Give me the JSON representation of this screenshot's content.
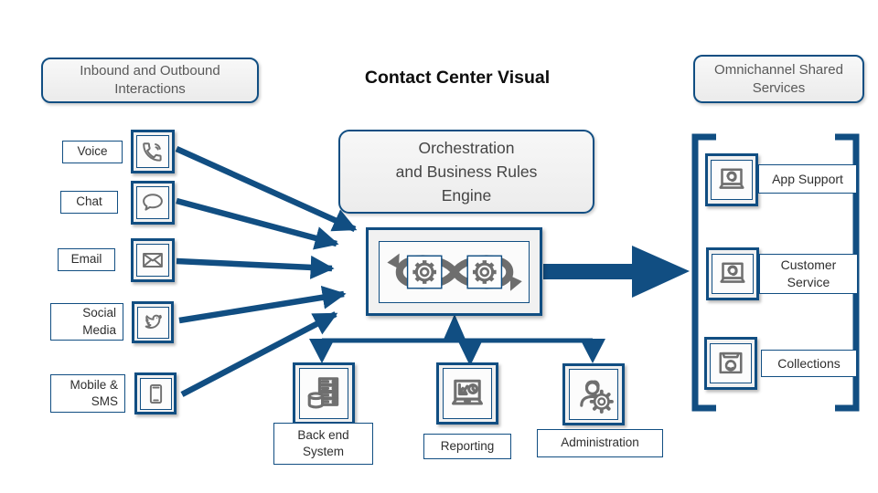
{
  "title": "Contact Center Visual",
  "colors": {
    "accent_blue": "#114E82",
    "icon_gray": "#6f6f6f",
    "box_fill": "#f1f1f1",
    "header_text": "#595959"
  },
  "left_panel": {
    "header": "Inbound and Outbound\nInteractions",
    "channels": [
      {
        "label": "Voice",
        "icon": "phone-icon"
      },
      {
        "label": "Chat",
        "icon": "chat-bubble-icon"
      },
      {
        "label": "Email",
        "icon": "envelope-icon"
      },
      {
        "label": "Social\nMedia",
        "icon": "bird-icon"
      },
      {
        "label": "Mobile &\nSMS",
        "icon": "smartphone-icon"
      }
    ]
  },
  "center": {
    "orchestration_label": "Orchestration\nand Business Rules\nEngine",
    "engine_icon": "infinity-gears-icon"
  },
  "right_panel": {
    "header": "Omnichannel Shared\nServices",
    "services": [
      {
        "label": "App Support",
        "icon": "laptop-support-agent-icon"
      },
      {
        "label": "Customer\nService",
        "icon": "laptop-support-agent-icon"
      },
      {
        "label": "Collections",
        "icon": "screen-person-icon"
      }
    ]
  },
  "bottom_panel": {
    "systems": [
      {
        "label": "Back end\nSystem",
        "icon": "server-database-icon"
      },
      {
        "label": "Reporting",
        "icon": "laptop-charts-icon"
      },
      {
        "label": "Administration",
        "icon": "person-gear-icon"
      }
    ]
  }
}
